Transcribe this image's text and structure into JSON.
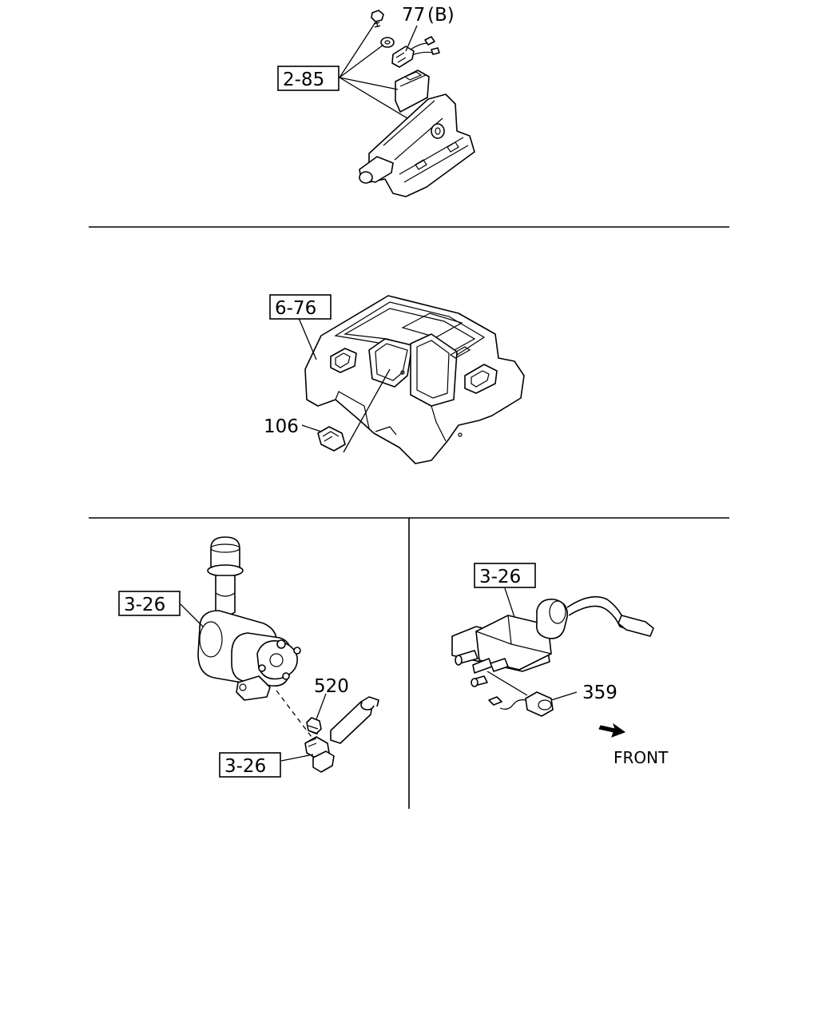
{
  "callouts": {
    "top_ref_277": "77",
    "top_ref_277_suffix": "(B)",
    "top_box_2_85": "2-85",
    "mid_box_6_76": "6-76",
    "mid_ref_106": "106",
    "bl_box_3_26_upper": "3-26",
    "bl_ref_520": "520",
    "bl_box_3_26_lower": "3-26",
    "br_box_3_26": "3-26",
    "br_ref_359": "359",
    "br_front_label": "FRONT"
  }
}
